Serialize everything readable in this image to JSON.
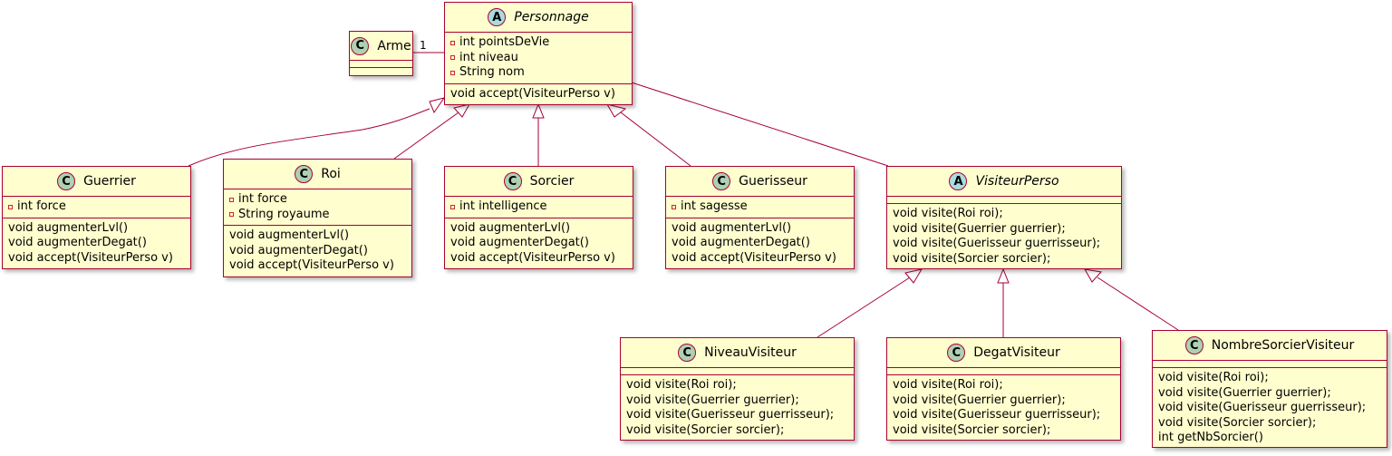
{
  "colors": {
    "class_fill": "#FEFECE",
    "border": "#A80036",
    "class_badge": "#ADD1B2",
    "abstract_badge": "#A9DCDF"
  },
  "classes": {
    "arme": {
      "badge": "C",
      "name": "Arme",
      "attributes": [],
      "methods": []
    },
    "personnage": {
      "badge": "A",
      "name": "Personnage",
      "abstract": true,
      "attributes": [
        "int pointsDeVie",
        "int niveau",
        "String nom"
      ],
      "methods": [
        "void accept(VisiteurPerso v)"
      ]
    },
    "guerrier": {
      "badge": "C",
      "name": "Guerrier",
      "attributes": [
        "int force"
      ],
      "methods": [
        "void augmenterLvl()",
        "void augmenterDegat()",
        "void accept(VisiteurPerso v)"
      ]
    },
    "roi": {
      "badge": "C",
      "name": "Roi",
      "attributes": [
        "int force",
        "String royaume"
      ],
      "methods": [
        "void augmenterLvl()",
        "void augmenterDegat()",
        "void accept(VisiteurPerso v)"
      ]
    },
    "sorcier": {
      "badge": "C",
      "name": "Sorcier",
      "attributes": [
        "int intelligence"
      ],
      "methods": [
        "void augmenterLvl()",
        "void augmenterDegat()",
        "void accept(VisiteurPerso v)"
      ]
    },
    "guerisseur": {
      "badge": "C",
      "name": "Guerisseur",
      "attributes": [
        "int sagesse"
      ],
      "methods": [
        "void augmenterLvl()",
        "void augmenterDegat()",
        "void accept(VisiteurPerso v)"
      ]
    },
    "visiteur_perso": {
      "badge": "A",
      "name": "VisiteurPerso",
      "abstract": true,
      "attributes": [],
      "methods": [
        "void visite(Roi roi);",
        "void visite(Guerrier guerrier);",
        "void visite(Guerisseur guerrisseur);",
        "void visite(Sorcier sorcier);"
      ]
    },
    "niveau_visiteur": {
      "badge": "C",
      "name": "NiveauVisiteur",
      "attributes": [],
      "methods": [
        "void visite(Roi roi);",
        "void visite(Guerrier guerrier);",
        "void visite(Guerisseur guerrisseur);",
        "void visite(Sorcier sorcier);"
      ]
    },
    "degat_visiteur": {
      "badge": "C",
      "name": "DegatVisiteur",
      "attributes": [],
      "methods": [
        "void visite(Roi roi);",
        "void visite(Guerrier guerrier);",
        "void visite(Guerisseur guerrisseur);",
        "void visite(Sorcier sorcier);"
      ]
    },
    "nombre_sorcier_visiteur": {
      "badge": "C",
      "name": "NombreSorcierVisiteur",
      "attributes": [],
      "methods": [
        "void visite(Roi roi);",
        "void visite(Guerrier guerrier);",
        "void visite(Guerisseur guerrisseur);",
        "void visite(Sorcier sorcier);",
        "int getNbSorcier()"
      ]
    }
  },
  "relations": {
    "arme_multiplicity": "1"
  }
}
